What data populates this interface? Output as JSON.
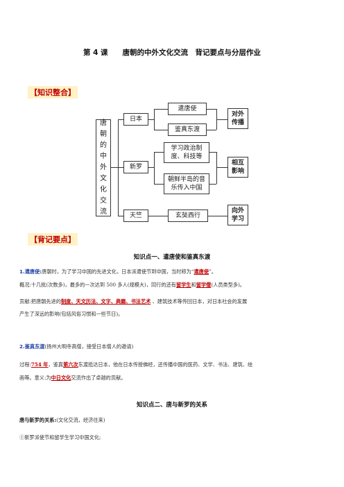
{
  "title": "第 4 课　　唐朝的中外文化交流　背记要点与分层作业",
  "sections": {
    "integration": "【知识整合】",
    "keypoints": "【背记要点】"
  },
  "diagram": {
    "root": "唐朝的中外文化交流",
    "countries": [
      "日本",
      "新罗",
      "天竺"
    ],
    "japan_items": [
      "遣唐使",
      "鉴真东渡"
    ],
    "silla_items": [
      "学习政治制度、科技等",
      "朝鲜半岛的音乐传入中国"
    ],
    "india_items": [
      "玄奘西行"
    ],
    "results": [
      "对外传播",
      "相互影响",
      "向外学习"
    ]
  },
  "kp1": {
    "heading": "知识点一、遣唐使和鉴真东渡",
    "item1_label": "1.遣唐使:",
    "item1_text_a": "唐朝时，为了学习中国的先进文化，日本派遣使节到中国，当时称为“",
    "item1_red": "遣唐使",
    "item1_text_b": "”。",
    "overview_a": "概况:十几批(次数多)，最多的一次达到 500 多人(规模大)，同行的还有",
    "overview_red1": "留学生",
    "overview_and": "和",
    "overview_red2": "留学僧",
    "overview_b": "(人员类型多)。",
    "contrib_a": "贡献:把唐朝先进的",
    "contrib_red": "制度、天文历法、文字、典籍、书法艺术",
    "contrib_b": " 、建筑技术等传回日本，对日本社会的发展",
    "contrib_c": "产生了深远的影响(包括风俗习惯和一些节日)。",
    "item2_label": "2.鉴真东渡",
    "item2_text": "(扬州大明寺高僧，接受日本僧人的邀请)",
    "process_a": "过程:",
    "process_red1": "754 年",
    "process_b": "，鉴真",
    "process_red2": "第六次",
    "process_c": "东渡抵达日本，他在日本传授佛经，还传播中国的医药、文学、书法、建筑、绘",
    "process_d": "画等。意义:为",
    "process_red3": "中日文化",
    "process_e": "交流作出了卓越的贡献。"
  },
  "kp2": {
    "heading": "知识点二、唐与新罗的关系",
    "label": "唐与新罗的关系:",
    "label_note": "(文化交流，经济往来)",
    "item1": "①新罗派使节和留学生学习中国文化;"
  }
}
